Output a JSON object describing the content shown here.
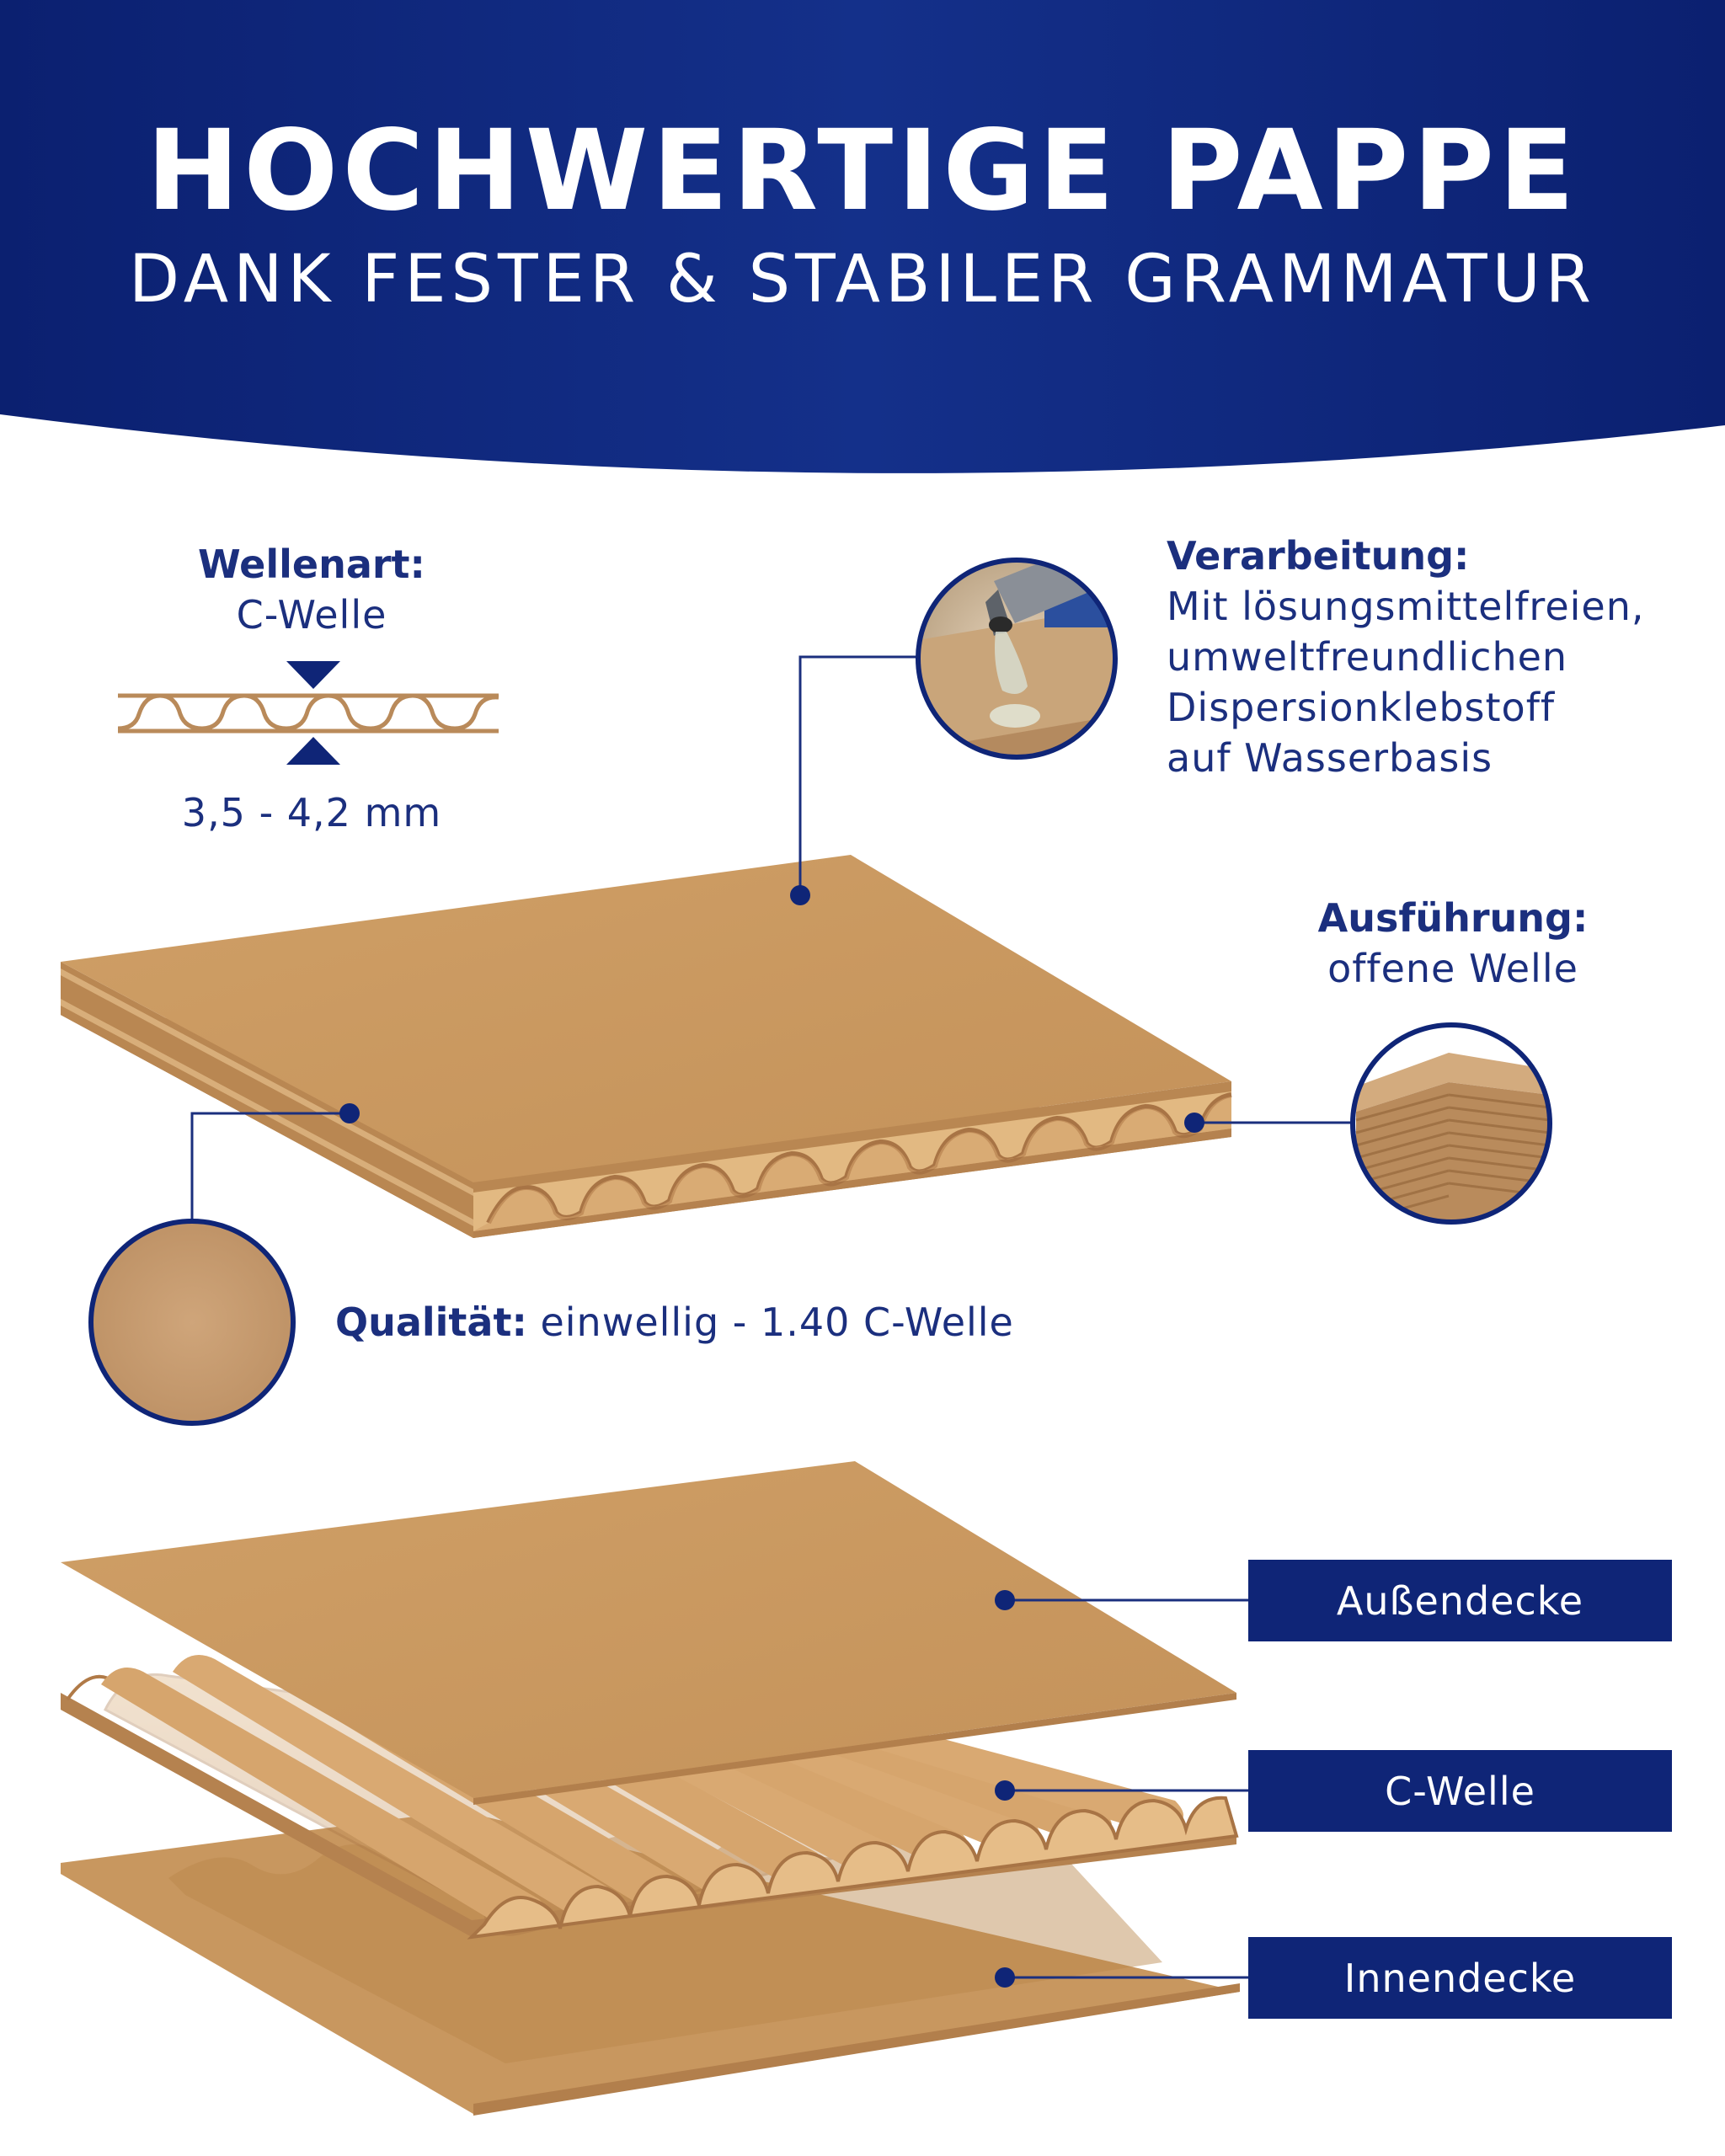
{
  "header": {
    "title": "HOCHWERTIGE PAPPE",
    "subtitle": "DANK FESTER & STABILER GRAMMATUR"
  },
  "wellenart": {
    "label": "Wellenart:",
    "value": "C-Welle",
    "thickness": "3,5 - 4,2 mm"
  },
  "verarbeitung": {
    "label": "Verarbeitung:",
    "lines": [
      "Mit lösungsmittelfreien,",
      "umweltfreundlichen",
      "Dispersionklebstoff",
      "auf Wasserbasis"
    ]
  },
  "ausfuehrung": {
    "label": "Ausführung:",
    "value": "offene Welle"
  },
  "qualitaet": {
    "label": "Qualität:",
    "value": " einwellig - 1.40 C-Welle"
  },
  "layers": [
    {
      "label": "Außendecke"
    },
    {
      "label": "C-Welle"
    },
    {
      "label": "Innendecke"
    }
  ],
  "colors": {
    "navy": "#0f2577",
    "cardboard": "#c8975f",
    "white": "#ffffff"
  }
}
